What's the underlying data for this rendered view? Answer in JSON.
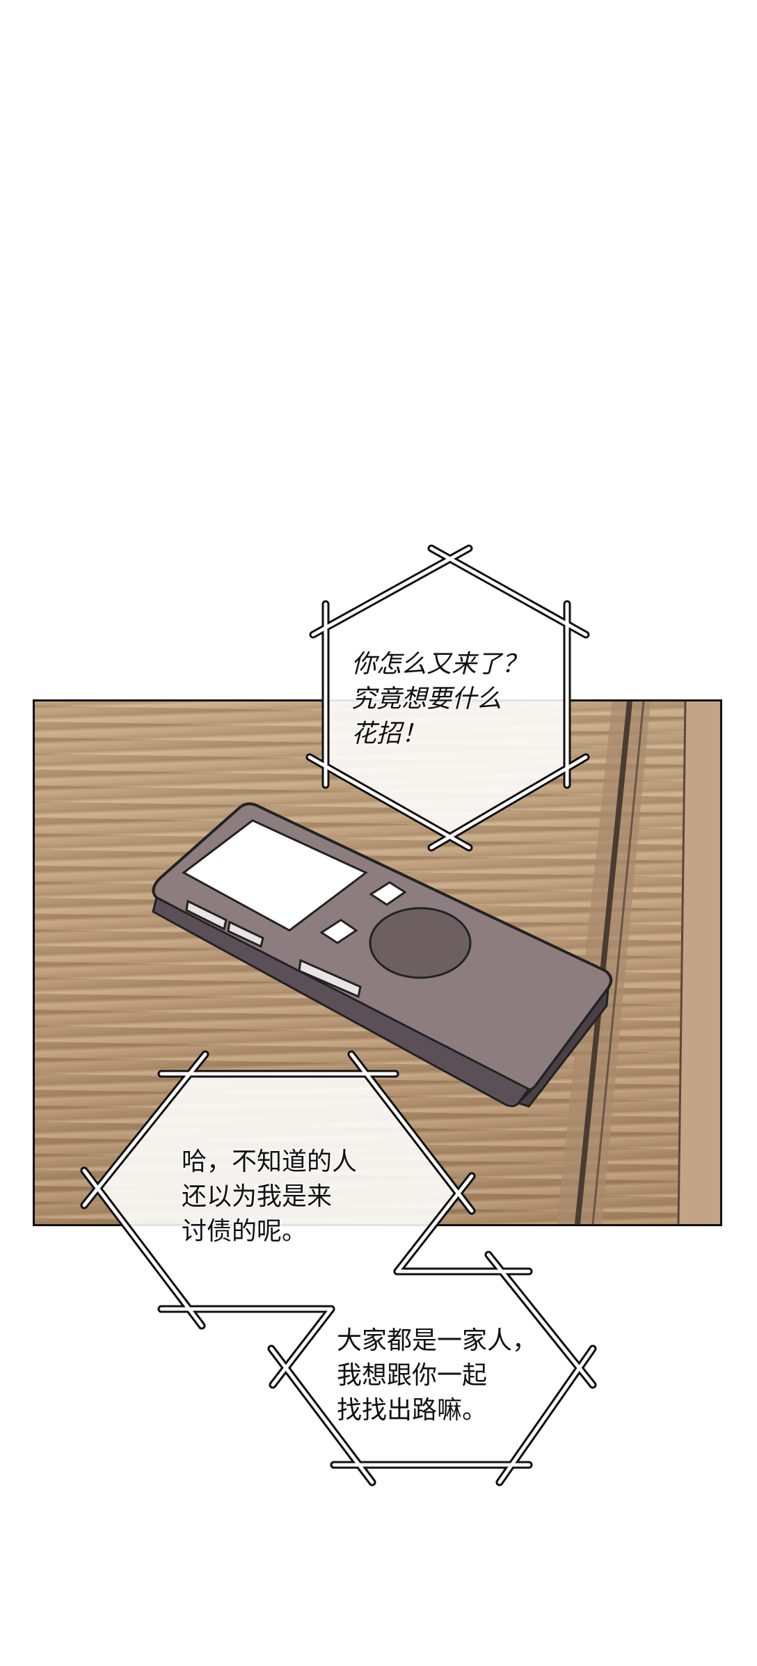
{
  "bubbles": [
    {
      "lines": [
        "你怎么又来了？",
        "究竟想要什么",
        "花招！"
      ]
    },
    {
      "lines": [
        "哈，不知道的人",
        "还以为我是来",
        "讨债的呢。"
      ]
    },
    {
      "lines": [
        "大家都是一家人，",
        "我想跟你一起",
        "找找出路嘛。"
      ]
    }
  ],
  "colors": {
    "wood": "#b89673",
    "device": "#8a7a7c",
    "outline": "#111111"
  }
}
